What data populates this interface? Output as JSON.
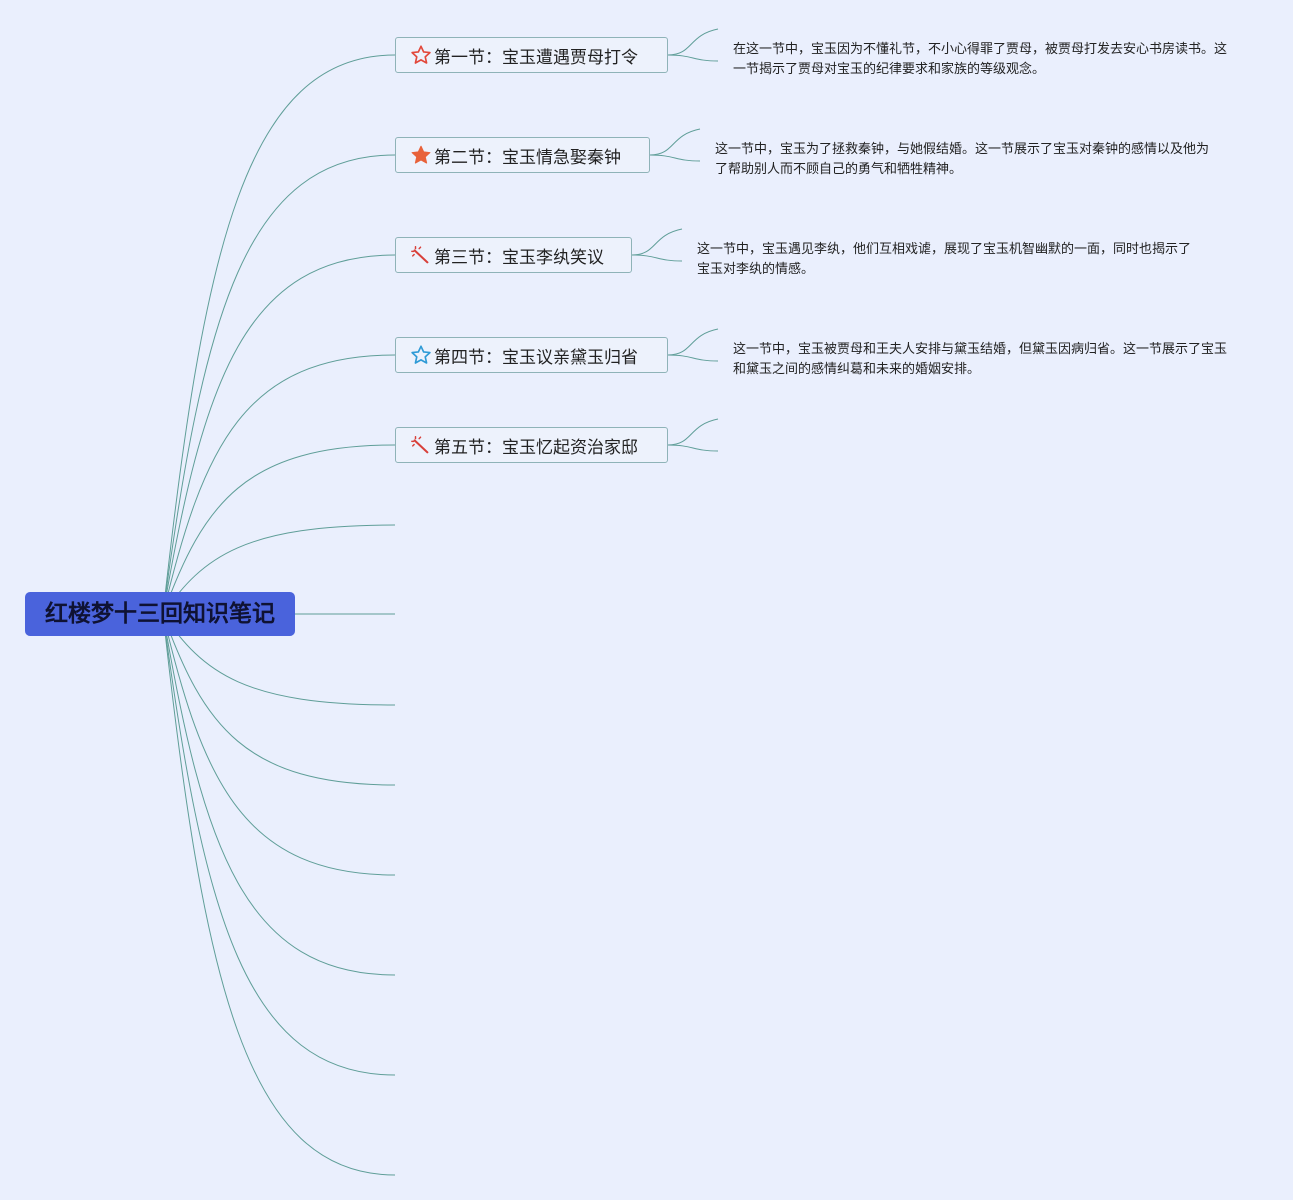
{
  "central": {
    "title": "红楼梦十三回知识笔记"
  },
  "sections": [
    {
      "title": "第一节：宝玉遭遇贾母打令",
      "icon": "star-outline-icon",
      "icon_color": "#e2483b",
      "note": "在这一节中，宝玉因为不懂礼节，不小心得罪了贾母，被贾母打发去安心书房读书。这一节揭示了贾母对宝玉的纪律要求和家族的等级观念。"
    },
    {
      "title": "第二节：宝玉情急娶秦钟",
      "icon": "star-filled-icon",
      "icon_color": "#e8623a",
      "note": "这一节中，宝玉为了拯救秦钟，与她假结婚。这一节展示了宝玉对秦钟的感情以及他为了帮助别人而不顾自己的勇气和牺牲精神。"
    },
    {
      "title": "第三节：宝玉李纨笑议",
      "icon": "magic-wand-icon",
      "icon_color": "#d8403a",
      "note": "这一节中，宝玉遇见李纨，他们互相戏谑，展现了宝玉机智幽默的一面，同时也揭示了宝玉对李纨的情感。"
    },
    {
      "title": "第四节：宝玉议亲黛玉归省",
      "icon": "star-outline-icon",
      "icon_color": "#2f9bd6",
      "note": "这一节中，宝玉被贾母和王夫人安排与黛玉结婚，但黛玉因病归省。这一节展示了宝玉和黛玉之间的感情纠葛和未来的婚姻安排。"
    },
    {
      "title": "第五节：宝玉忆起资治家邸",
      "icon": "magic-wand-icon",
      "icon_color": "#d8403a",
      "note": ""
    }
  ],
  "colors": {
    "background": "#eaeffd",
    "central_fill": "#4a63dc",
    "connector": "#5f9e98",
    "topic_border": "#8fb3b8"
  }
}
